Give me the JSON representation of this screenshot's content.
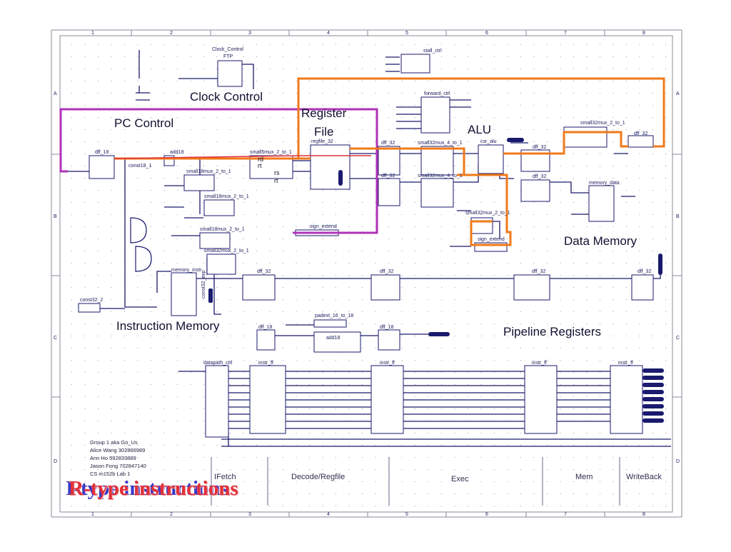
{
  "border": {
    "columns": [
      "1",
      "2",
      "3",
      "4",
      "5",
      "6",
      "7",
      "8"
    ],
    "rows": [
      "A",
      "B",
      "C",
      "D"
    ]
  },
  "regions": {
    "clock_control": "Clock Control",
    "pc_control": "PC Control",
    "register_file_line1": "Register",
    "register_file_line2": "File",
    "alu": "ALU",
    "data_memory": "Data Memory",
    "instruction_memory": "Instruction Memory",
    "pipeline_registers": "Pipeline Registers"
  },
  "blocks": {
    "clock_control": "Clock_Control",
    "ftp": "FTP",
    "stall_ctrl": "stall_ctrl",
    "forward_ctrl": "forward_ctrl",
    "dff18": "dff_18",
    "const18": "const18_1",
    "add18": "add18",
    "small18mux_a": "small18mux_2_to_1",
    "small18mux_b": "small18mux_2_to_1",
    "small18mux_c": "small18mux_2_to_1",
    "small32mux_pc": "small32mux_2_to_1",
    "smallmux_rf": "small5mux_2_to_1",
    "regfile": "regfile_32",
    "sign_extend_rf": "sign_extend",
    "dff32_a": "dff_32",
    "dff32_b": "dff_32",
    "mux4_a": "small32mux_4_to_1",
    "mux4_b": "small32mux_4_to_1",
    "csr_alu": "csr_alu",
    "dff32_c": "dff_32",
    "dff32_d": "dff_32",
    "mux2_alu": "small32mux_2_to_1",
    "sign_extend_alu": "sign_extend",
    "mux2_dm": "small32mux_2_to_1",
    "dff32_e": "dff_32",
    "memory_data": "memory_data",
    "memory_instr": "memory_instr",
    "const32": "const32_2",
    "const32_exp": "const32_exp",
    "dff32_p1": "dff_32",
    "dff32_p2": "dff_32",
    "dff32_p3": "dff_32",
    "dff32_p4": "dff_32",
    "dff18_p": "dff_18",
    "dff18_q": "dff_18",
    "padext": "padext_16_to_18",
    "add18_b": "add18",
    "datapath_ctrl": "datapath_ctrl",
    "instr_ff_1": "instr_ff",
    "instr_ff_2": "instr_ff",
    "instr_ff_3": "instr_ff",
    "instr_ff_4": "instr_ff"
  },
  "pins": {
    "rd": "rd",
    "rt": "rt",
    "rs": "rs"
  },
  "credits": {
    "group": "Group 1 aka Go_Us",
    "member1": "Alice Wang  302866989",
    "member2": "Ann Ho  592833889",
    "member3": "Jason Fong  702847140",
    "course": "CS m152b Lab 1"
  },
  "stages": {
    "fetch": "IFetch",
    "decode": "Decode/Regfile",
    "exec": "Exec",
    "mem": "Mem",
    "writeback": "WriteBack"
  },
  "title": {
    "ghost": "I-type instructions",
    "front": "R-type instructions"
  },
  "colors": {
    "wire": "#1a1a6e",
    "orange": "#f07a1a",
    "magenta": "#b032b8",
    "red": "#e0303a",
    "ghost": "#3838c8"
  }
}
